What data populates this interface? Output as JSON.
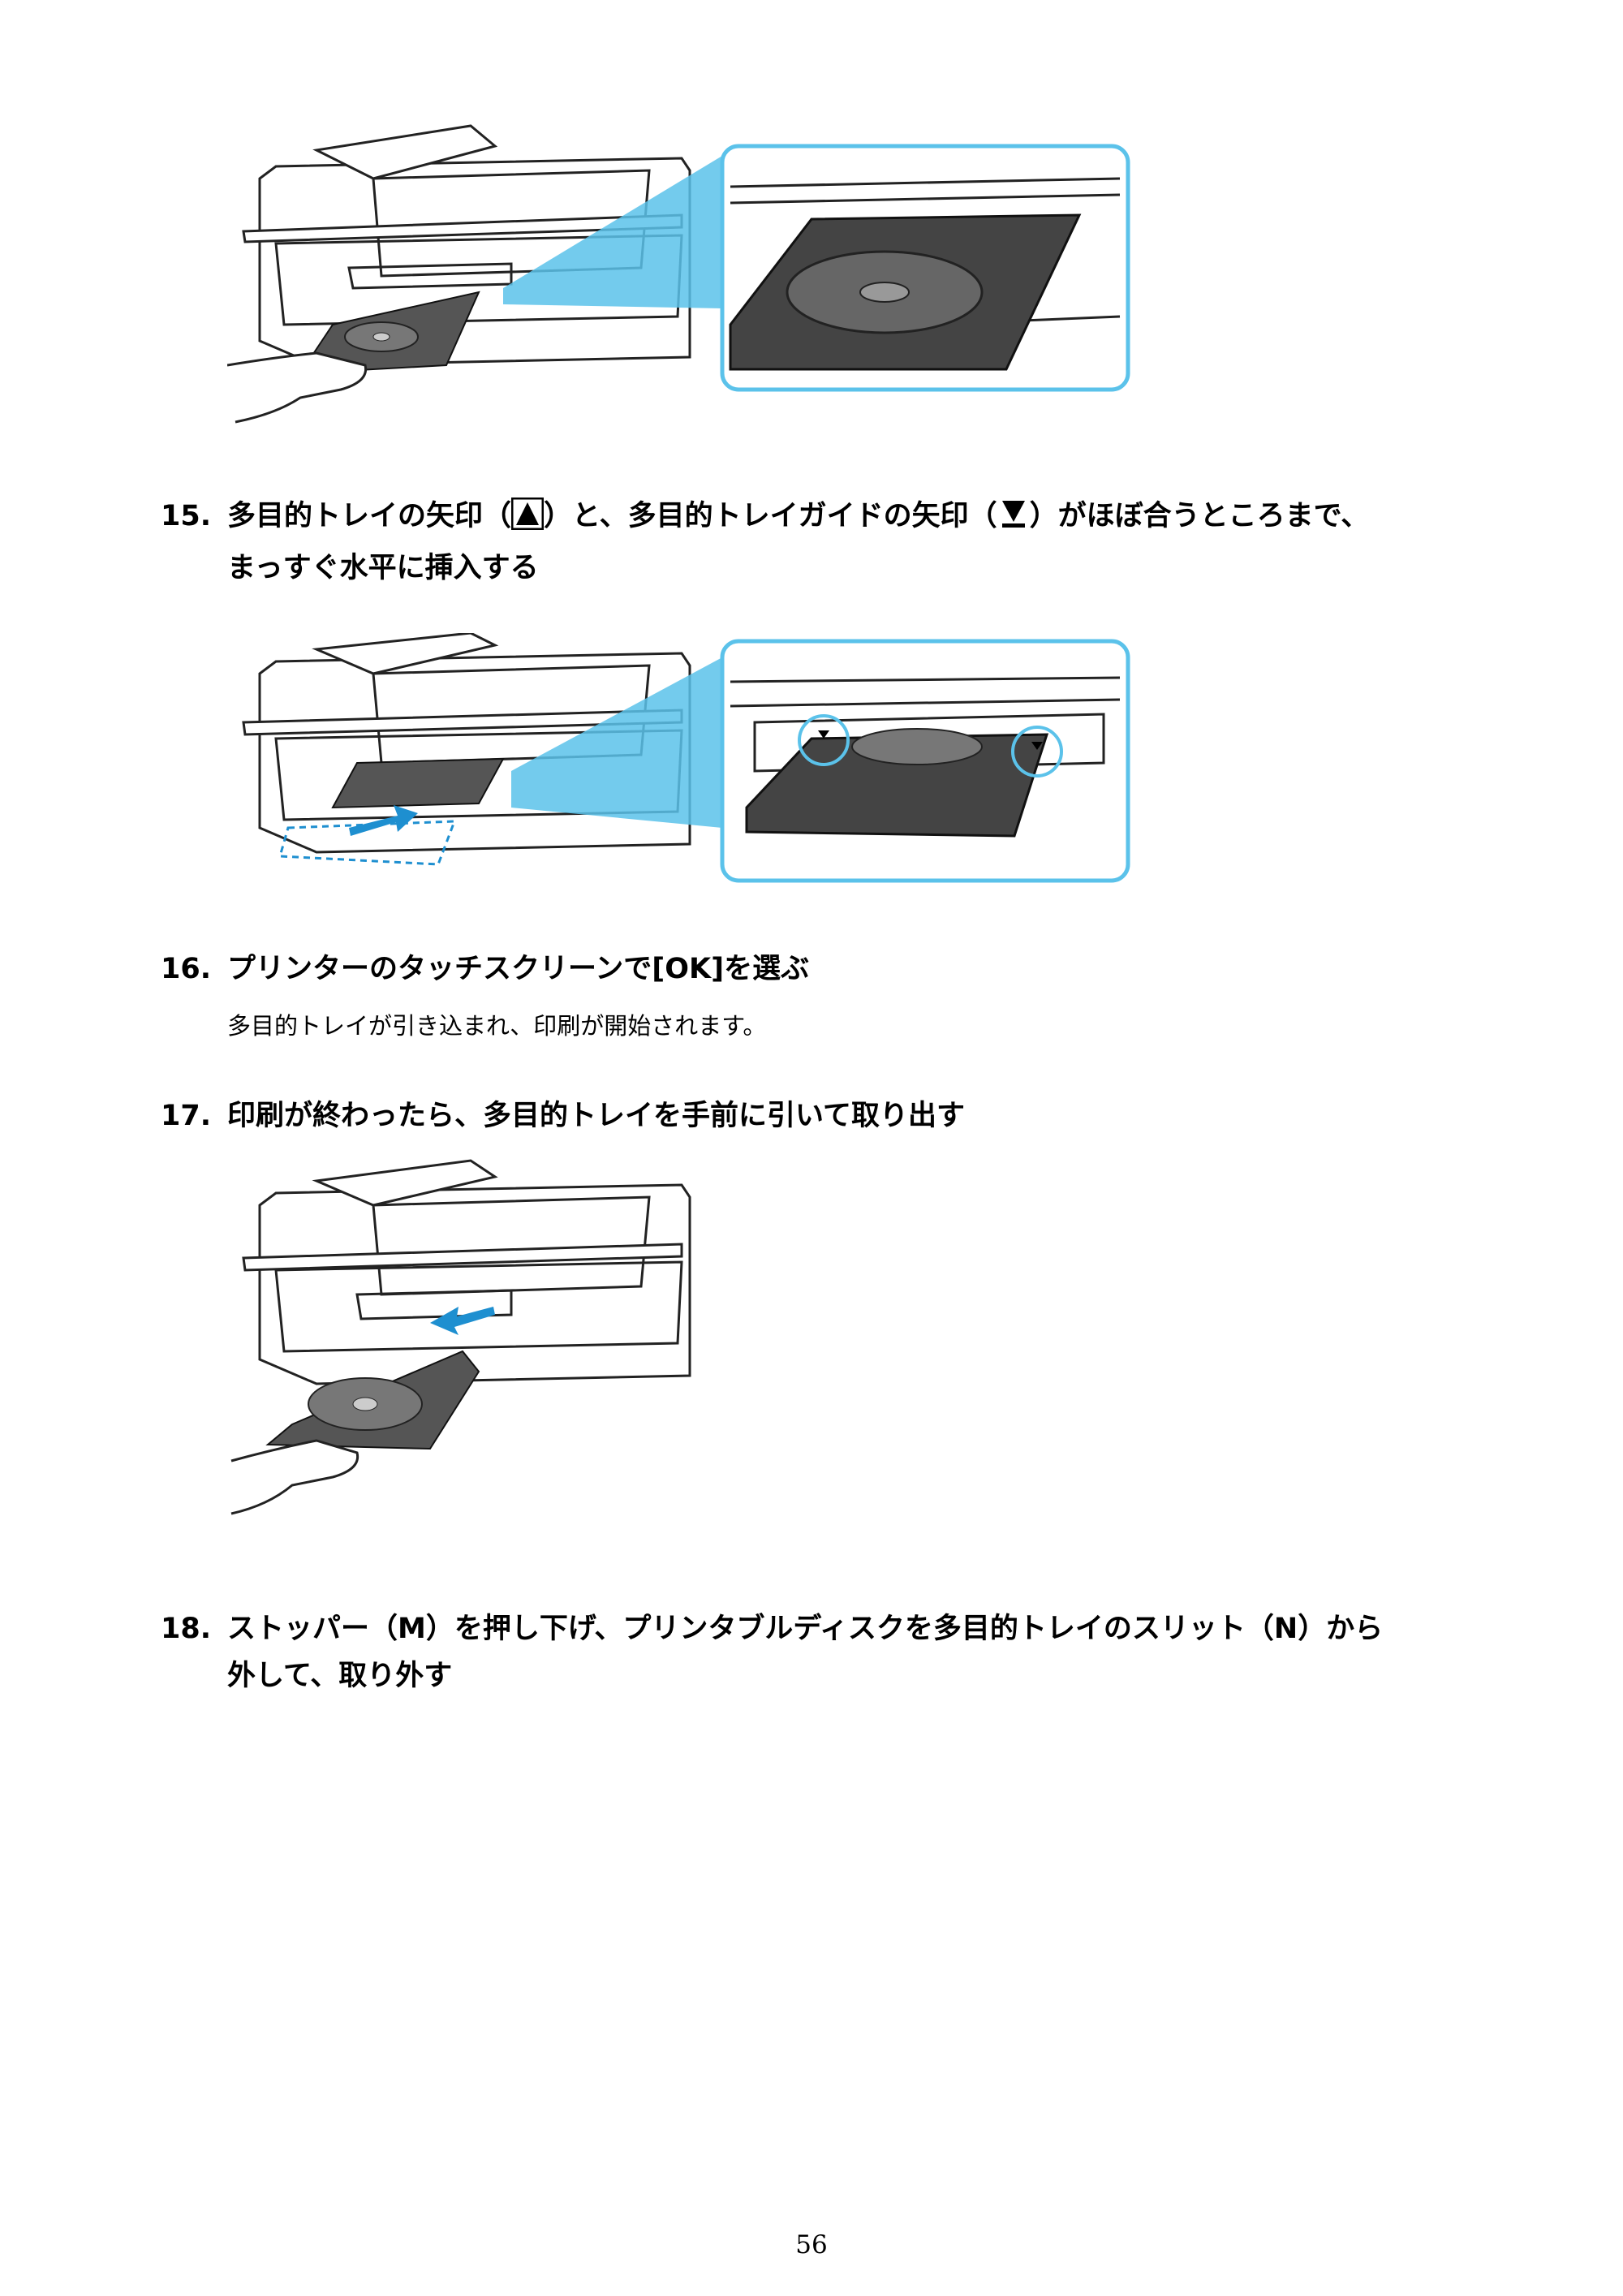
{
  "steps": [
    {
      "number": "15.",
      "text_a": "多目的トレイの矢印（",
      "text_b": "）と、多目的トレイガイドの矢印（",
      "text_c": "）がほぼ合うところまで、",
      "text_d": "まっすぐ水平に挿入する",
      "icon_a": "triangle-up-icon",
      "icon_b": "triangle-down-icon"
    },
    {
      "number": "16.",
      "text": "プリンターのタッチスクリーンで[OK]を選ぶ",
      "description": "多目的トレイが引き込まれ、印刷が開始されます。"
    },
    {
      "number": "17.",
      "text": "印刷が終わったら、多目的トレイを手前に引いて取り出す"
    },
    {
      "number": "18.",
      "text_line1": "ストッパー（M）を押し下げ、プリンタブルディスクを多目的トレイのスリット（N）から",
      "text_line2": "外して、取り外す"
    }
  ],
  "page_number": "56",
  "colors": {
    "accent": "#5bc2ea",
    "callout_border": "#5bc2ea",
    "arrow": "#1e8fd0"
  }
}
